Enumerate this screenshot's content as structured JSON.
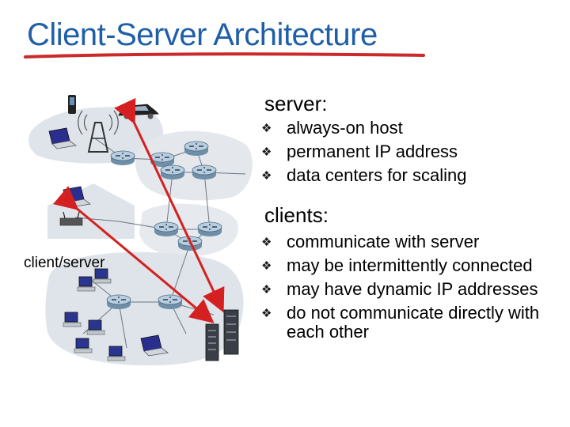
{
  "slide": {
    "title": "Client-Server Architecture",
    "accent_color": "#1f5fa8",
    "underline_color": "#cc2a2a"
  },
  "diagram": {
    "label": "client/server",
    "arrow_color": "#d42020",
    "icons": [
      "server-icon",
      "client-laptop-icon",
      "desktop-pc-icon",
      "router-icon",
      "cell-tower-icon",
      "smartphone-icon",
      "car-icon",
      "home-network-icon",
      "access-point-icon"
    ]
  },
  "server": {
    "heading": "server:",
    "items": [
      "always-on host",
      "permanent IP address",
      "data centers for scaling"
    ]
  },
  "clients": {
    "heading": "clients:",
    "items": [
      "communicate with server",
      "may be intermittently connected",
      "may have dynamic IP addresses",
      "do not communicate directly with each other"
    ]
  },
  "bullet_glyph": "❖"
}
